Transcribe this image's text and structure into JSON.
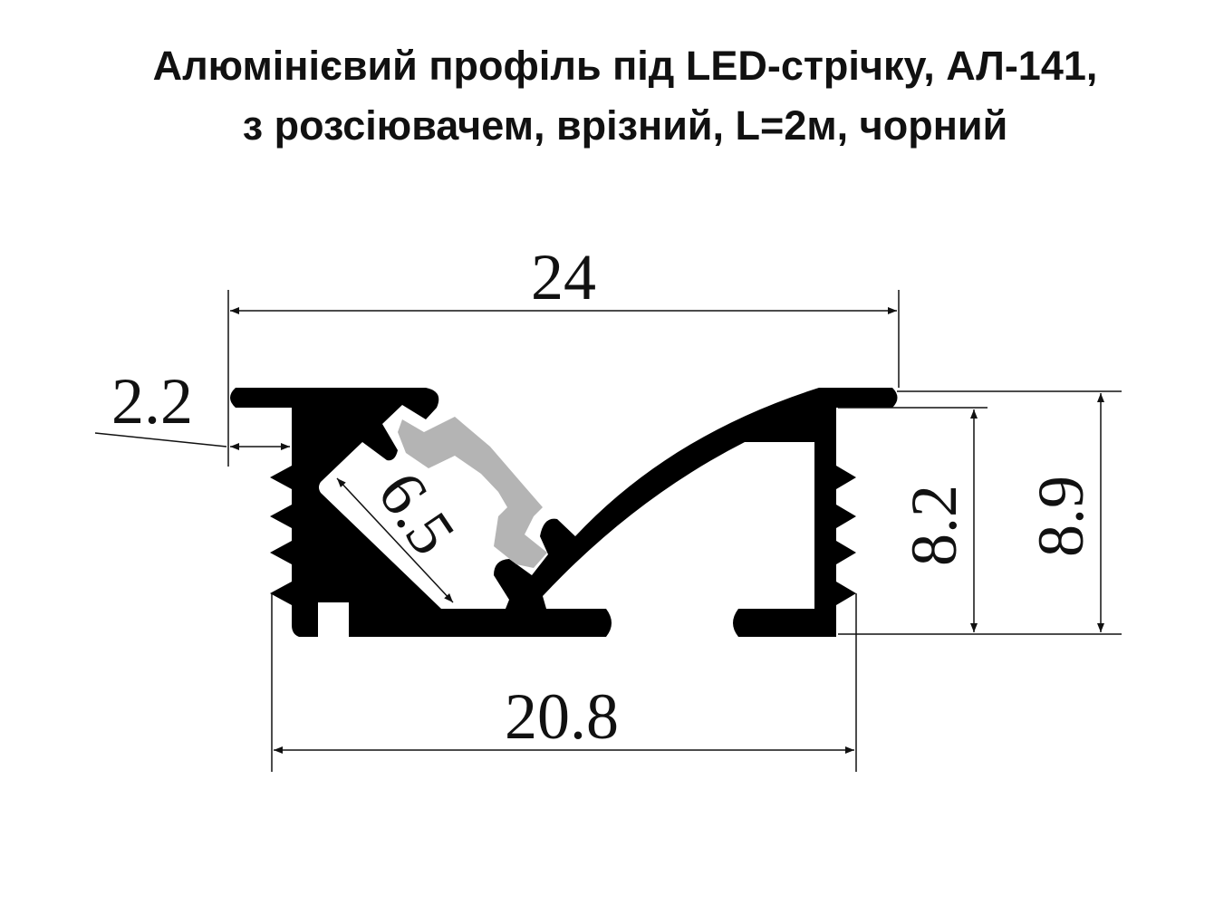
{
  "title": {
    "line1": "Алюмінієвий профіль під LED-стрічку, АЛ-141,",
    "line2": "з розсіювачем, врізний, L=2м, чорний"
  },
  "dimensions": {
    "width_top": "24",
    "wall": "2.2",
    "led_width": "6.5",
    "inner_height": "8.2",
    "total_height": "8.9",
    "width_bottom": "20.8"
  },
  "colors": {
    "profile": "#000000",
    "diffuser": "#b4b4b4"
  }
}
